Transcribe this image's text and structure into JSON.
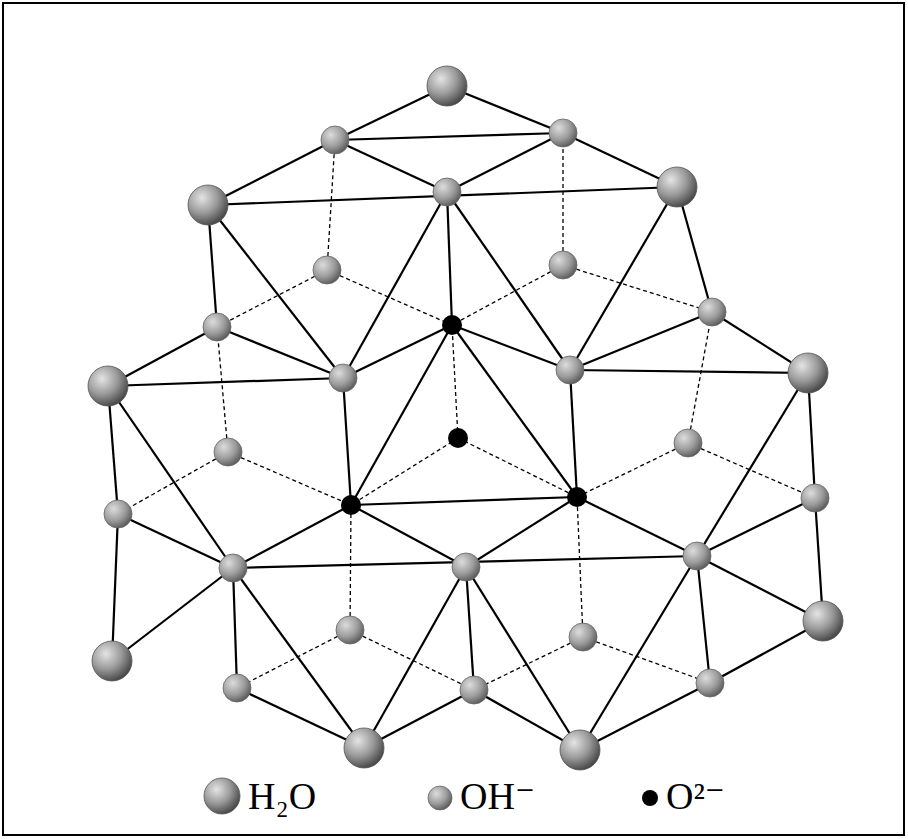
{
  "diagram": {
    "legend": [
      {
        "text": "H₂O"
      },
      {
        "text": "OH⁻"
      },
      {
        "text": "O²⁻"
      }
    ]
  }
}
